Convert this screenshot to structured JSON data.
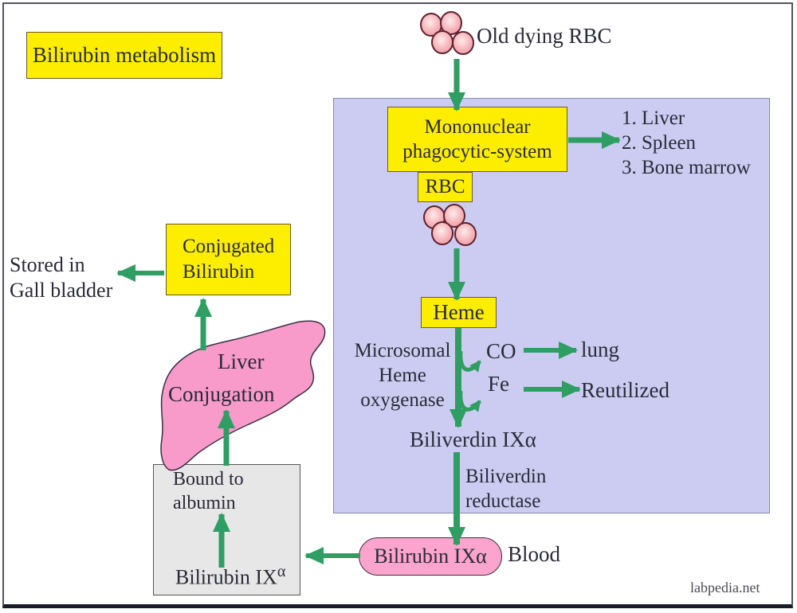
{
  "colors": {
    "arrow_green": "#2e9e63",
    "panel_lavender": "#ccccf2",
    "box_yellow": "#fdee00",
    "pill_pink": "#fba4cd",
    "liver_pink": "#f89bcb",
    "rbc_pink": "#f29aa2",
    "albumin_gray": "#e7e7e7",
    "text": "#2a2a38"
  },
  "title": "Bilirubin metabolism",
  "source_rbc": {
    "label": "Old dying RBC"
  },
  "panel": {
    "mps": {
      "line1": "Mononuclear",
      "line2": "phagocytic-system"
    },
    "organs": [
      "1. Liver",
      "2. Spleen",
      "3. Bone marrow"
    ],
    "rbc_label": "RBC",
    "heme_label": "Heme",
    "enzyme": {
      "line1": "Microsomal",
      "line2": "Heme",
      "line3": "oxygenase"
    },
    "co_label": "CO",
    "lung_label": "lung",
    "fe_label": "Fe",
    "reutilized_label": "Reutilized",
    "biliverdin_label": "Biliverdin IXα",
    "reductase": {
      "line1": "Biliverdin",
      "line2": "reductase"
    }
  },
  "blood": {
    "pill_label": "Bilirubin IXα",
    "label": "Blood"
  },
  "albumin_box": {
    "line1": "Bound to",
    "line2": "albumin",
    "bilirubin_base": "Bilirubin IX",
    "bilirubin_sup": "α"
  },
  "liver": {
    "organ_label": "Liver",
    "process_label": "Conjugation"
  },
  "conjugated_box": {
    "line1": "Conjugated",
    "line2": "Bilirubin"
  },
  "gall": {
    "line1": "Stored in",
    "line2": "Gall bladder"
  },
  "watermark": "labpedia.net"
}
